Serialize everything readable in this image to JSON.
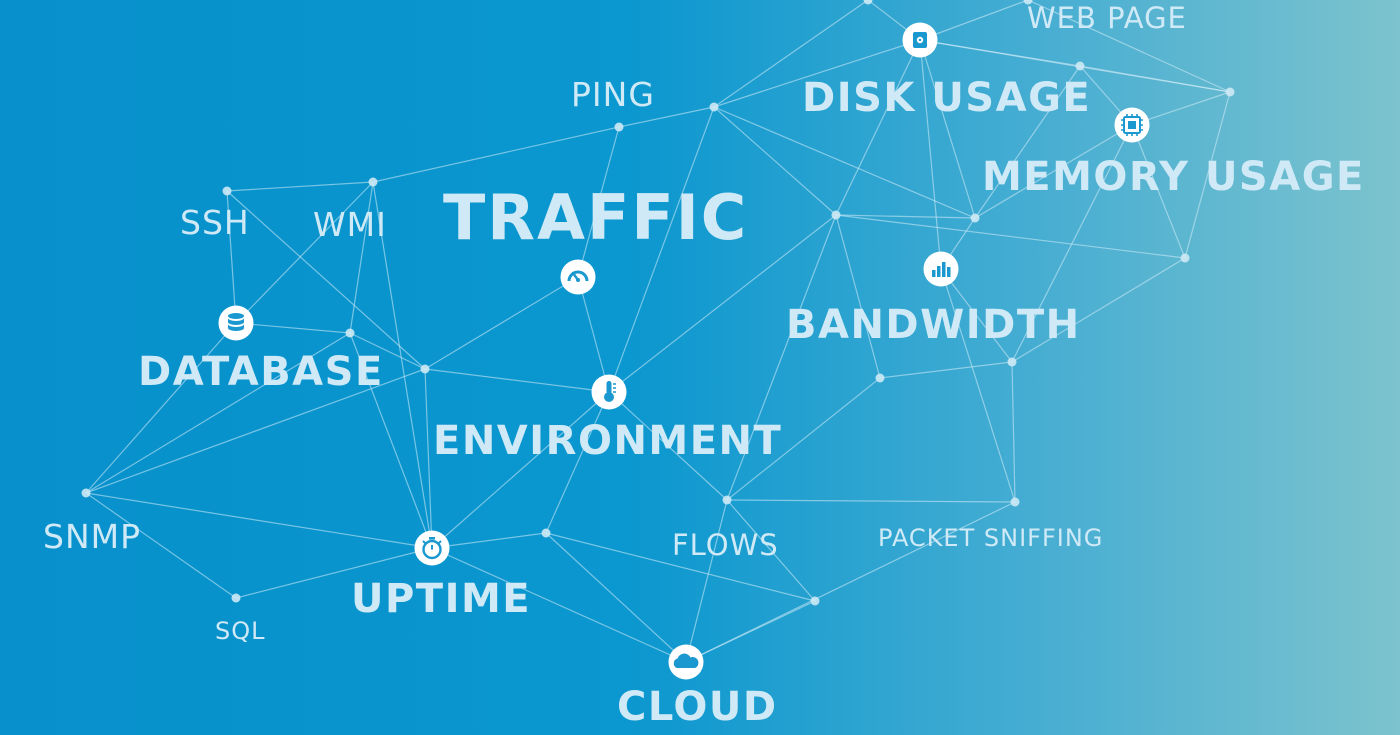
{
  "labels": {
    "web_page": "WEB PAGE",
    "ping": "PING",
    "disk_usage": "DISK USAGE",
    "memory_usage": "MEMORY USAGE",
    "ssh": "SSH",
    "wmi": "WMI",
    "traffic": "TRAFFIC",
    "bandwidth": "BANDWIDTH",
    "database": "DATABASE",
    "environment": "ENVIRONMENT",
    "snmp": "SNMP",
    "flows": "FLOWS",
    "packet_sniffing": "PACKET SNIFFING",
    "uptime": "UPTIME",
    "sql": "SQL",
    "cloud": "CLOUD"
  },
  "icons": {
    "disk": "disk-icon",
    "memory": "memory-chip-icon",
    "traffic": "speedometer-icon",
    "bandwidth": "bar-chart-icon",
    "database": "database-icon",
    "environment": "thermometer-icon",
    "uptime": "stopwatch-icon",
    "cloud": "cloud-icon"
  },
  "colors": {
    "background_left": "#0790cb",
    "background_right": "#7cc3ce",
    "lines": "#d4edf7",
    "icon_fill": "#ffffff",
    "icon_glyph": "#1a98cf"
  }
}
